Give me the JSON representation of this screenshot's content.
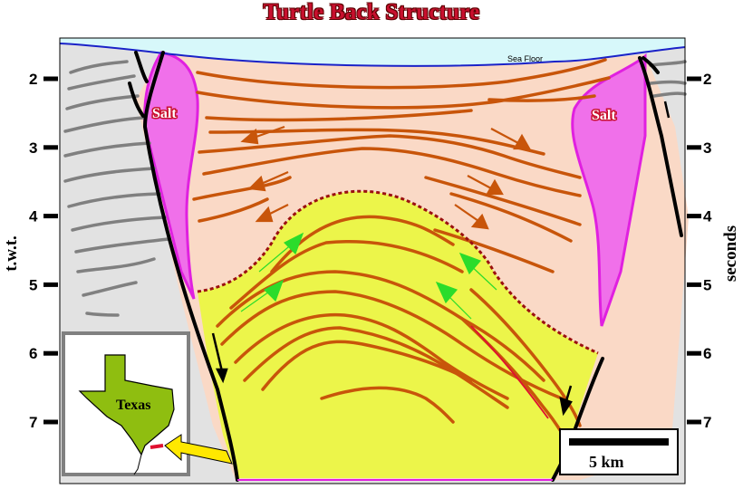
{
  "title": "Turtle Back Structure",
  "axis": {
    "left_title": "t.w.t.",
    "right_title": "seconds",
    "ticks": [
      {
        "label": "2",
        "value": 2
      },
      {
        "label": "3",
        "value": 3
      },
      {
        "label": "4",
        "value": 4
      },
      {
        "label": "5",
        "value": 5
      },
      {
        "label": "6",
        "value": 6
      },
      {
        "label": "7",
        "value": 7
      }
    ]
  },
  "labels": {
    "salt_left": "Salt",
    "salt_right": "Salt",
    "sea_floor": "Sea Floor",
    "inset_region": "Texas",
    "scale_bar": "5 km"
  },
  "colors": {
    "title": "#c8102e",
    "water": "#d7f8fa",
    "sea_floor_line": "#1a22c8",
    "basin_fill": "#fad9c6",
    "turtle_core": "#ecf54a",
    "salt": "#f070ea",
    "salt_outline": "#e020e0",
    "horizons": "#c8550a",
    "flank_sediments": "#e2e2e2",
    "flank_lines": "#808080",
    "unconformity": "#9b1010",
    "inward_arrows": "#c8550a",
    "core_arrows": "#2bdc2b",
    "texas_fill": "#8fbe10",
    "inset_frame": "#808080",
    "location_arrow": "#ffe800"
  }
}
